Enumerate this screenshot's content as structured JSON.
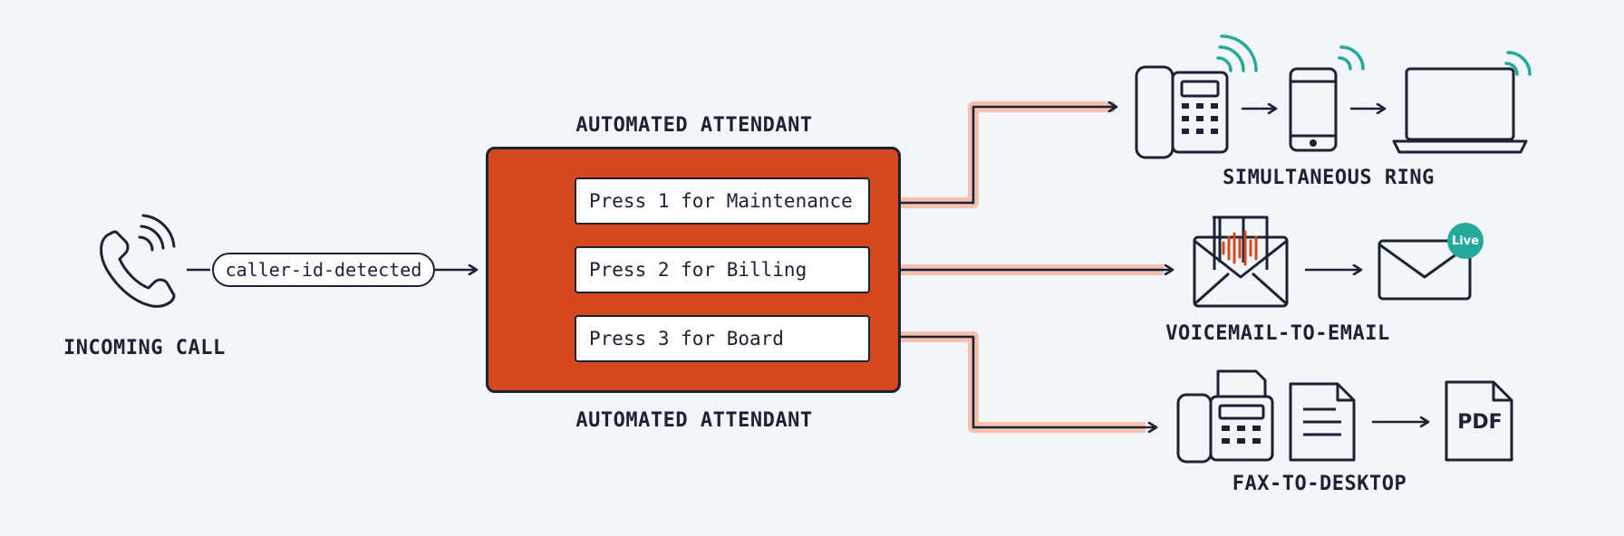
{
  "source": {
    "label": "INCOMING CALL",
    "icon": "phone-ringing-icon"
  },
  "trigger": {
    "label": "caller-id-detected"
  },
  "attendant": {
    "title_top": "AUTOMATED ATTENDANT",
    "title_bottom": "AUTOMATED ATTENDANT",
    "options": [
      {
        "label": "Press 1 for Maintenance"
      },
      {
        "label": "Press 2 for Billing"
      },
      {
        "label": "Press 3 for Board"
      }
    ]
  },
  "destinations": {
    "simultaneous_ring": {
      "label": "SIMULTANEOUS RING",
      "icons": [
        "desk-phone-icon",
        "mobile-phone-icon",
        "laptop-icon"
      ]
    },
    "voicemail": {
      "label": "VOICEMAIL-TO-EMAIL",
      "icons": [
        "voicemail-envelope-icon",
        "email-envelope-icon"
      ],
      "badge": "Live"
    },
    "fax": {
      "label": "FAX-TO-DESKTOP",
      "icons": [
        "fax-machine-icon",
        "document-icon",
        "pdf-file-icon"
      ],
      "pdf_text": "PDF"
    }
  },
  "colors": {
    "background": "#f2f5f9",
    "ink": "#1a2233",
    "attendant_fill": "#d4481f",
    "route_highlight": "#f3c1ae",
    "signal_accent": "#24a99a",
    "waveform": "#d4481f"
  }
}
